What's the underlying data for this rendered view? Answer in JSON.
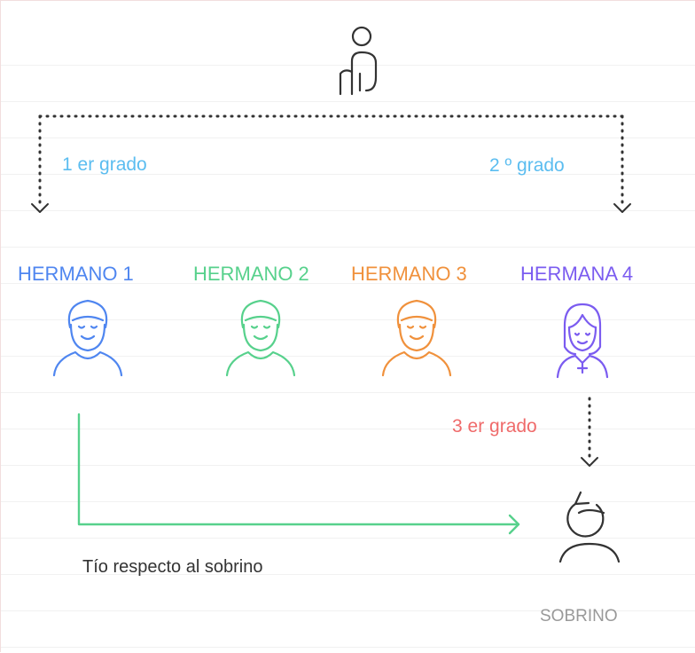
{
  "grades": {
    "first": "1 er grado",
    "second": "2 º grado",
    "third": "3 er grado"
  },
  "siblings": [
    {
      "label": "HERMANO 1",
      "color": "#4f86f0",
      "icon": "boy-icon"
    },
    {
      "label": "HERMANO 2",
      "color": "#57d18c",
      "icon": "boy-icon"
    },
    {
      "label": "HERMANO 3",
      "color": "#f0913c",
      "icon": "boy-icon"
    },
    {
      "label": "HERMANA 4",
      "color": "#7b5cf0",
      "icon": "girl-icon"
    }
  ],
  "caption": "Tío respecto al sobrino",
  "nephew": {
    "label": "SOBRINO",
    "color": "#999999",
    "icon": "nephew-icon"
  },
  "colors": {
    "grade_text": "#5bbdf0",
    "third_grade_text": "#ef6a6a",
    "connector": "#333333",
    "uncle_arrow": "#57d18c",
    "ancestor_icon": "#333333"
  }
}
